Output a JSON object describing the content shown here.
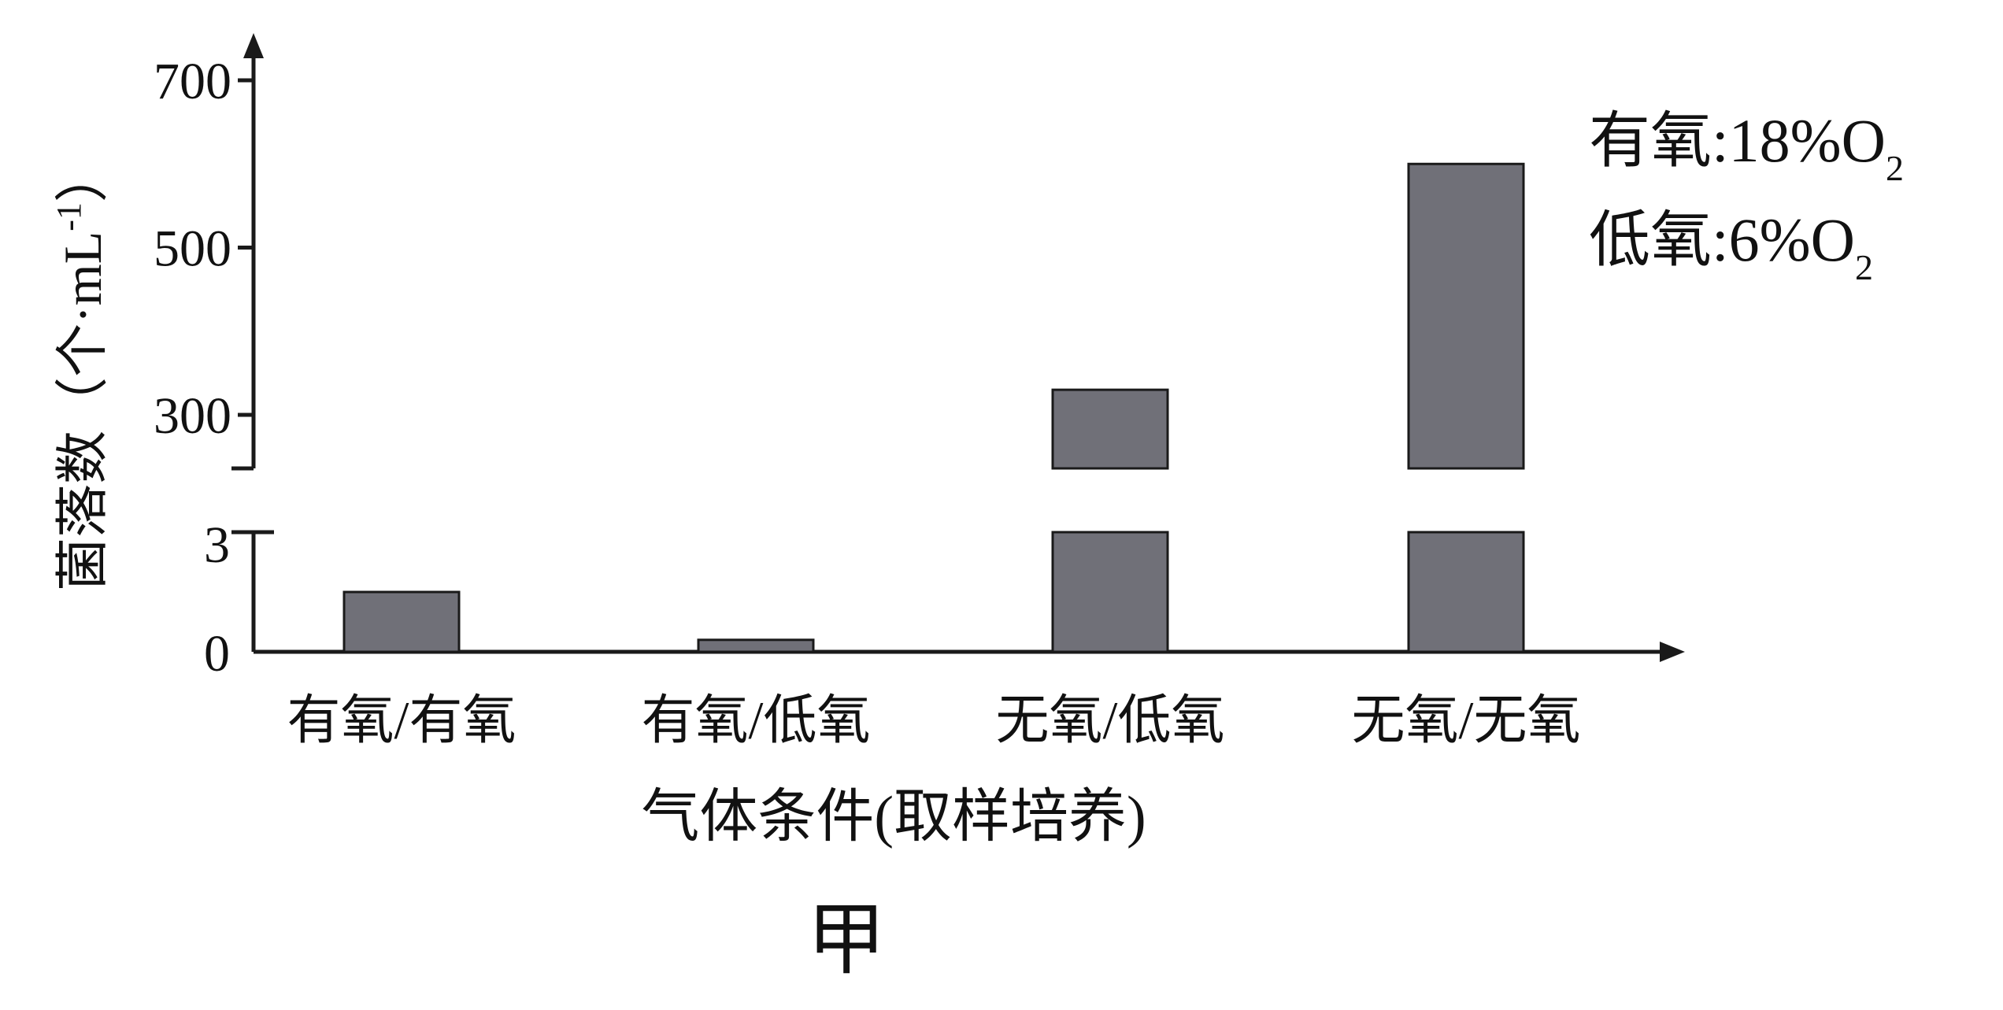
{
  "panel_label": "甲",
  "legend": [
    {
      "label": "有氧:18%O",
      "sub": "2"
    },
    {
      "label": "低氧:6%O",
      "sub": "2"
    }
  ],
  "chart_data": {
    "type": "bar",
    "broken_axis": true,
    "ylabel": "菌落数（个·mL",
    "ylabel_sup": "-1",
    "ylabel_close": "）",
    "xlabel": "气体条件(取样培养)",
    "categories": [
      "有氧/有氧",
      "有氧/低氧",
      "无氧/低氧",
      "无氧/无氧"
    ],
    "values": [
      1.5,
      0.3,
      330,
      600
    ],
    "lower_segment": {
      "ylim": [
        0,
        3
      ],
      "tick_labels": [
        "0",
        "3"
      ]
    },
    "upper_segment": {
      "ylim": [
        235,
        720
      ],
      "tick_labels": [
        "300",
        "500",
        "700"
      ],
      "tick_values": [
        300,
        500,
        700
      ]
    },
    "bar_color": "#707078",
    "bar_stroke": "#1a1a1a",
    "axis_color": "#1a1a1a"
  }
}
